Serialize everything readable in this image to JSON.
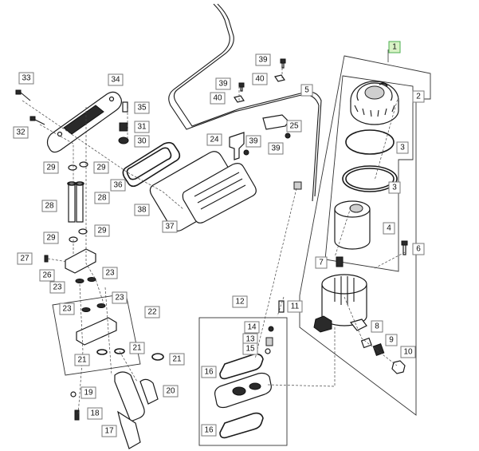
{
  "callouts": [
    {
      "id": "c1",
      "label": "1",
      "highlight": true
    },
    {
      "id": "c2",
      "label": "2"
    },
    {
      "id": "c3a",
      "label": "3"
    },
    {
      "id": "c3b",
      "label": "3"
    },
    {
      "id": "c4",
      "label": "4"
    },
    {
      "id": "c5",
      "label": "5"
    },
    {
      "id": "c6",
      "label": "6"
    },
    {
      "id": "c7",
      "label": "7"
    },
    {
      "id": "c8",
      "label": "8"
    },
    {
      "id": "c9",
      "label": "9"
    },
    {
      "id": "c10",
      "label": "10"
    },
    {
      "id": "c11",
      "label": "11"
    },
    {
      "id": "c12",
      "label": "12"
    },
    {
      "id": "c13",
      "label": "13"
    },
    {
      "id": "c14",
      "label": "14"
    },
    {
      "id": "c15",
      "label": "15"
    },
    {
      "id": "c16a",
      "label": "16"
    },
    {
      "id": "c16b",
      "label": "16"
    },
    {
      "id": "c17",
      "label": "17"
    },
    {
      "id": "c18",
      "label": "18"
    },
    {
      "id": "c19",
      "label": "19"
    },
    {
      "id": "c20",
      "label": "20"
    },
    {
      "id": "c21a",
      "label": "21"
    },
    {
      "id": "c21b",
      "label": "21"
    },
    {
      "id": "c21c",
      "label": "21"
    },
    {
      "id": "c22",
      "label": "22"
    },
    {
      "id": "c23a",
      "label": "23"
    },
    {
      "id": "c23b",
      "label": "23"
    },
    {
      "id": "c23c",
      "label": "23"
    },
    {
      "id": "c23d",
      "label": "23"
    },
    {
      "id": "c24",
      "label": "24"
    },
    {
      "id": "c25",
      "label": "25"
    },
    {
      "id": "c26",
      "label": "26"
    },
    {
      "id": "c27",
      "label": "27"
    },
    {
      "id": "c28a",
      "label": "28"
    },
    {
      "id": "c28b",
      "label": "28"
    },
    {
      "id": "c29a",
      "label": "29"
    },
    {
      "id": "c29b",
      "label": "29"
    },
    {
      "id": "c29c",
      "label": "29"
    },
    {
      "id": "c29d",
      "label": "29"
    },
    {
      "id": "c30",
      "label": "30"
    },
    {
      "id": "c31",
      "label": "31"
    },
    {
      "id": "c32",
      "label": "32"
    },
    {
      "id": "c33",
      "label": "33"
    },
    {
      "id": "c34",
      "label": "34"
    },
    {
      "id": "c35",
      "label": "35"
    },
    {
      "id": "c36",
      "label": "36"
    },
    {
      "id": "c37",
      "label": "37"
    },
    {
      "id": "c38",
      "label": "38"
    },
    {
      "id": "c39a",
      "label": "39"
    },
    {
      "id": "c39b",
      "label": "39"
    },
    {
      "id": "c39c",
      "label": "39"
    },
    {
      "id": "c39d",
      "label": "39"
    },
    {
      "id": "c40a",
      "label": "40"
    },
    {
      "id": "c40b",
      "label": "40"
    }
  ],
  "colors": {
    "highlight_fill": "#d9f2c6",
    "highlight_stroke": "#4caf50",
    "line": "#1a1a1a"
  }
}
